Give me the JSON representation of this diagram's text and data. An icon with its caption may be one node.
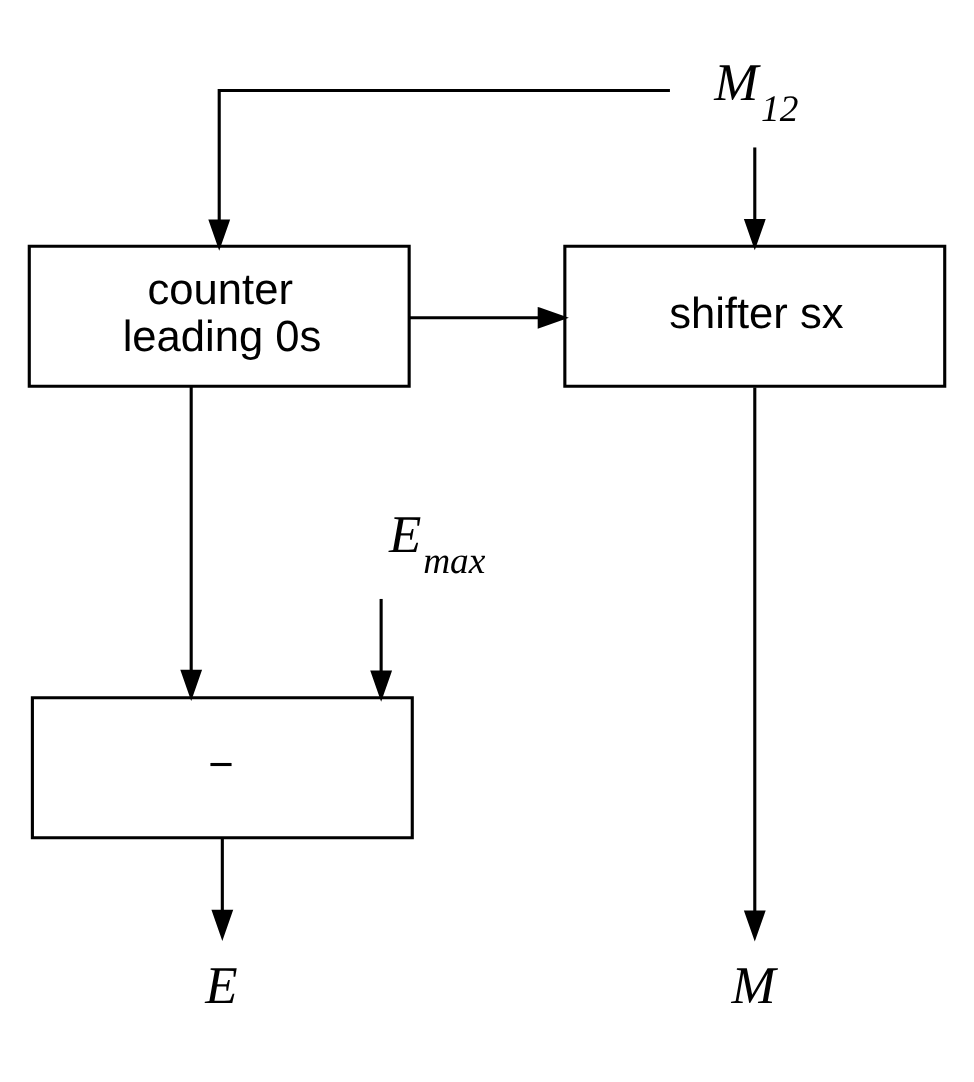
{
  "diagram": {
    "nodes": [
      {
        "text": [
          "M$_{12}$"
        ]
      },
      {
        "text": [
          "counter leading 0s"
        ]
      },
      {
        "text": [
          "shifter sx"
        ]
      },
      {
        "text": [
          "E$_{max}$"
        ]
      },
      {
        "text": [
          "−"
        ]
      },
      {
        "text": [
          "E"
        ]
      },
      {
        "text": [
          "M"
        ]
      }
    ],
    "edges": [
      {
        "from": 0,
        "to": 1,
        "arrow": "to"
      },
      {
        "from": 0,
        "to": 2,
        "arrow": "to"
      },
      {
        "from": 1,
        "to": 2,
        "arrow": "to"
      },
      {
        "from": 1,
        "to": 4,
        "arrow": "to"
      },
      {
        "from": 3,
        "to": 4,
        "arrow": "to"
      },
      {
        "from": 4,
        "to": 5,
        "arrow": "to"
      },
      {
        "from": 2,
        "to": 6,
        "arrow": "to"
      }
    ]
  }
}
